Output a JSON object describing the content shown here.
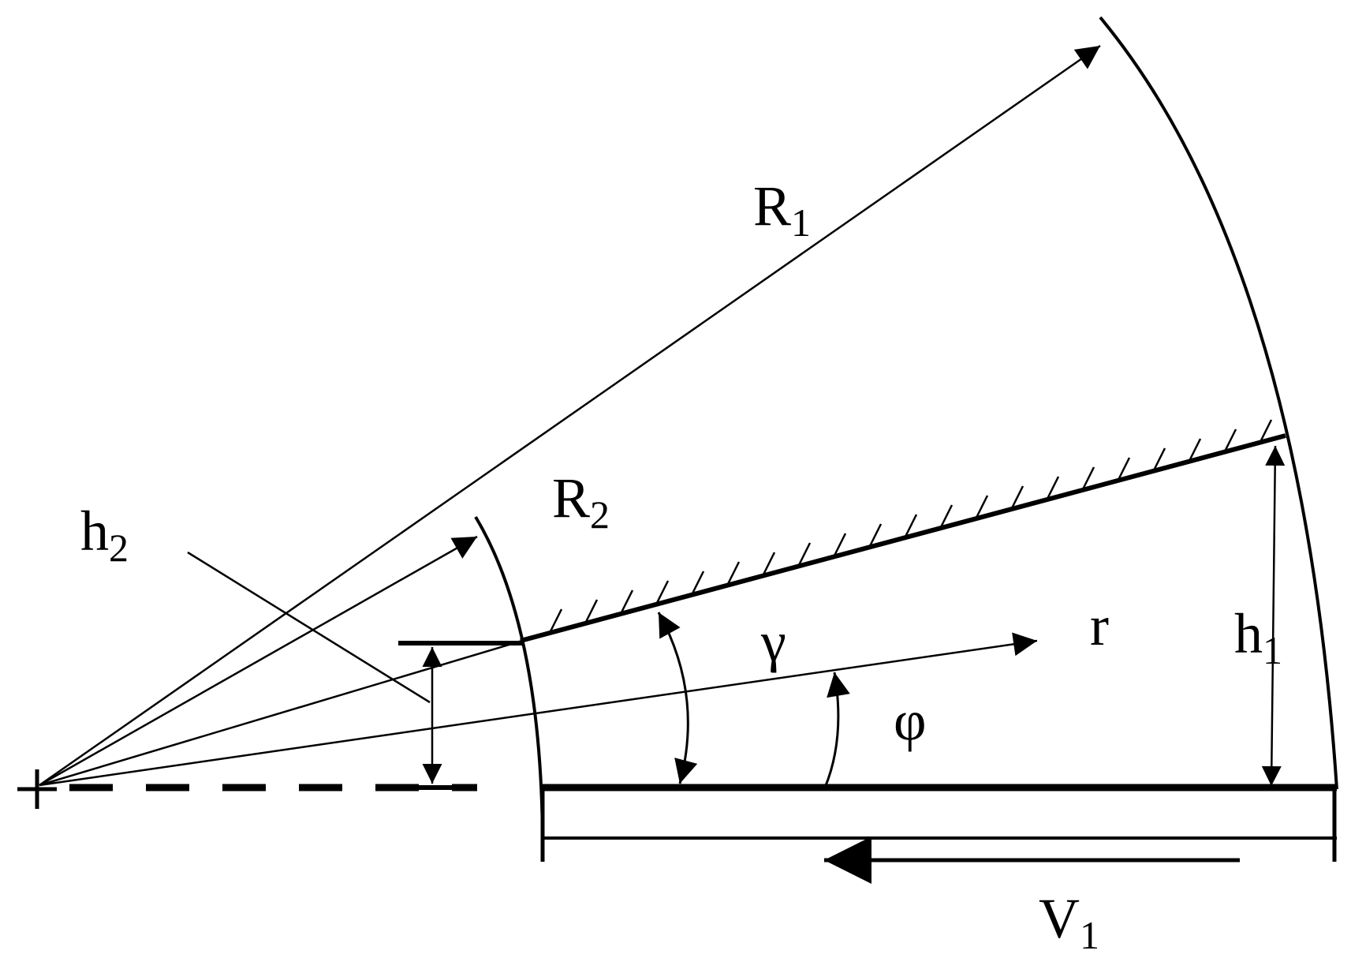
{
  "diagram": {
    "labels": {
      "R": "R",
      "R1_sub": "1",
      "R2_sub": "2",
      "h": "h",
      "h1_sub": "1",
      "h2_sub": "2",
      "gamma": "γ",
      "phi": "φ",
      "r": "r",
      "V": "V",
      "V1_sub": "1"
    },
    "colors": {
      "ink": "#000000",
      "background": "#ffffff"
    }
  }
}
